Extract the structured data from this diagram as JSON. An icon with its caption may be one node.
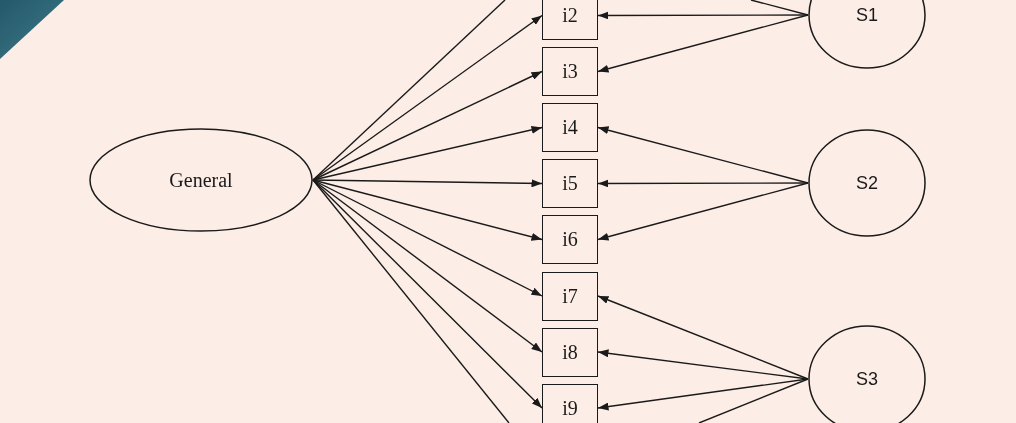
{
  "diagram": {
    "nodes": [
      {
        "text": [
          "General"
        ]
      },
      {
        "text": [
          "i2"
        ]
      },
      {
        "text": [
          "i3"
        ]
      },
      {
        "text": [
          "i4"
        ]
      },
      {
        "text": [
          "i5"
        ]
      },
      {
        "text": [
          "i6"
        ]
      },
      {
        "text": [
          "i7"
        ]
      },
      {
        "text": [
          "i8"
        ]
      },
      {
        "text": [
          "i9"
        ]
      },
      {
        "text": [
          "S1"
        ]
      },
      {
        "text": [
          "S2"
        ]
      },
      {
        "text": [
          "S3"
        ]
      }
    ],
    "edges": [
      {
        "from": 0,
        "to": null,
        "arrow": "none"
      },
      {
        "from": 0,
        "to": 1,
        "arrow": "to"
      },
      {
        "from": 0,
        "to": 2,
        "arrow": "to"
      },
      {
        "from": 0,
        "to": 3,
        "arrow": "to"
      },
      {
        "from": 0,
        "to": 4,
        "arrow": "to"
      },
      {
        "from": 0,
        "to": 5,
        "arrow": "to"
      },
      {
        "from": 0,
        "to": 6,
        "arrow": "to"
      },
      {
        "from": 0,
        "to": 7,
        "arrow": "to"
      },
      {
        "from": 0,
        "to": 8,
        "arrow": "to"
      },
      {
        "from": 0,
        "to": null,
        "arrow": "none"
      },
      {
        "from": 9,
        "to": null,
        "arrow": "none"
      },
      {
        "from": 9,
        "to": 1,
        "arrow": "to"
      },
      {
        "from": 9,
        "to": 2,
        "arrow": "to"
      },
      {
        "from": 10,
        "to": 3,
        "arrow": "to"
      },
      {
        "from": 10,
        "to": 4,
        "arrow": "to"
      },
      {
        "from": 10,
        "to": 5,
        "arrow": "to"
      },
      {
        "from": 11,
        "to": 6,
        "arrow": "to"
      },
      {
        "from": 11,
        "to": 7,
        "arrow": "to"
      },
      {
        "from": 11,
        "to": 8,
        "arrow": "to"
      },
      {
        "from": 11,
        "to": null,
        "arrow": "none"
      }
    ]
  }
}
